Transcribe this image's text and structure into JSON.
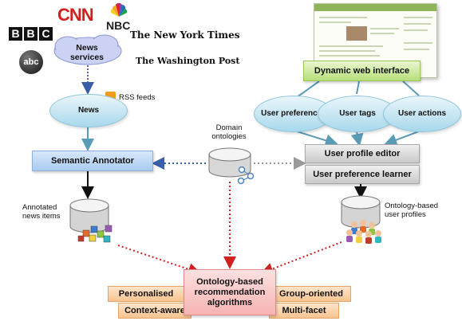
{
  "brands": {
    "cnn": "CNN",
    "nbc": "NBC",
    "bbc": [
      "B",
      "B",
      "C"
    ],
    "abc": "abc",
    "nyt": "The New York Times",
    "wp": "The Washington Post"
  },
  "news_services": "News services",
  "rss_feeds": "RSS feeds",
  "news": "News",
  "semantic_annotator": "Semantic Annotator",
  "annotated_news_items": "Annotated news items",
  "domain_ontologies": "Domain ontologies",
  "dynamic_web_interface": "Dynamic web interface",
  "user_preferences": "User preferences",
  "user_tags": "User tags",
  "user_actions": "User actions",
  "user_profile_editor": "User profile editor",
  "user_preference_learner": "User preference learner",
  "ontology_based_user_profiles": "Ontology-based user profiles",
  "recommendation_core": "Ontology-based recommendation algorithms",
  "algorithms": {
    "personalised": "Personalised",
    "context_aware": "Context-aware",
    "group_oriented": "Group-oriented",
    "multi_facet": "Multi-facet"
  },
  "colors": {
    "blue_box": "#a9cbf1",
    "ellipse": "#a9d8ec",
    "green_box": "#b7df7a",
    "orange_box": "#f8c48f",
    "pink_box": "#f7b3b3",
    "arrow_red": "#d22020",
    "arrow_blue_dotted": "#3a5fa8"
  }
}
